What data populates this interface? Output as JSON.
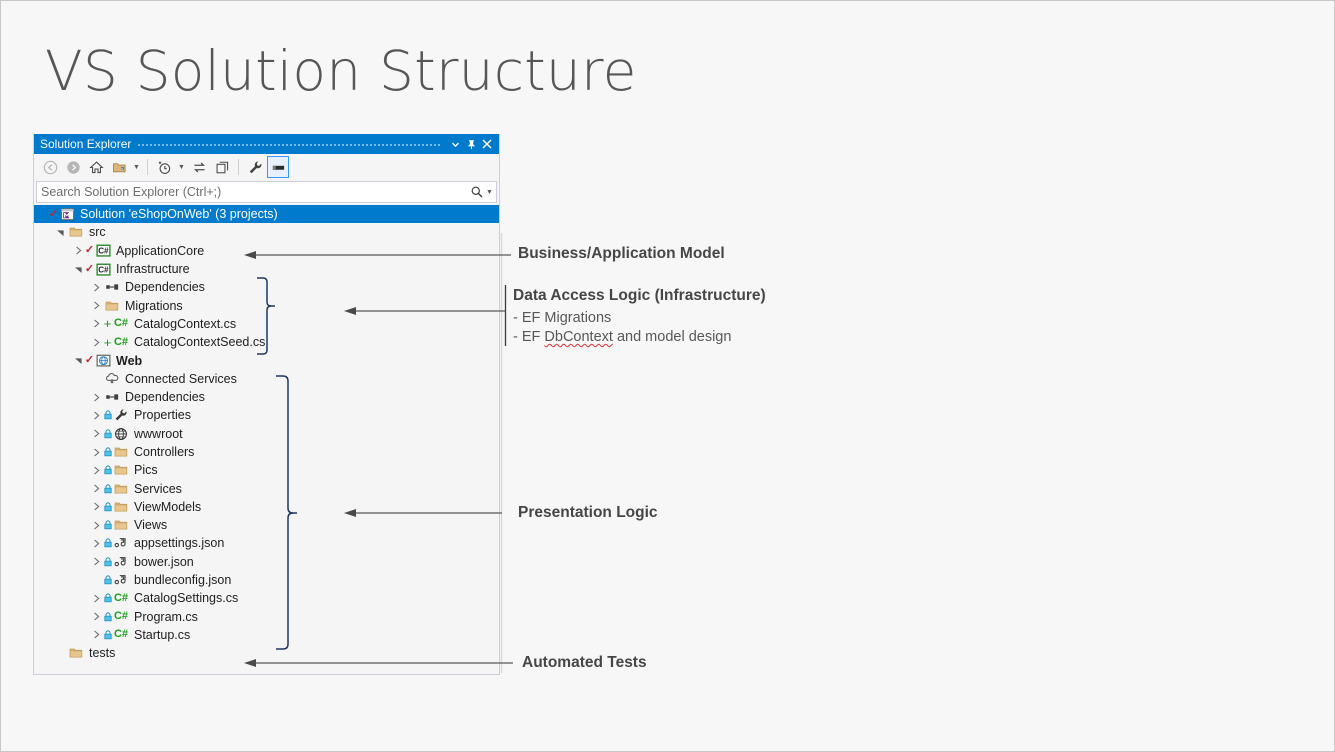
{
  "slide": {
    "title": "VS Solution Structure"
  },
  "panel": {
    "title": "Solution Explorer",
    "title_buttons": [
      {
        "name": "dropdown",
        "glyph": "▾"
      },
      {
        "name": "pin",
        "glyph": "📌"
      },
      {
        "name": "close",
        "glyph": "✕"
      }
    ],
    "toolbar": [
      {
        "name": "back-icon",
        "state": "disabled"
      },
      {
        "name": "forward-icon",
        "state": "disabled"
      },
      {
        "name": "home-icon",
        "state": "normal"
      },
      {
        "name": "sync-with-active-document-icon",
        "state": "normal"
      },
      {
        "name": "sync-dropdown-caret",
        "state": "normal"
      },
      {
        "name": "pending-changes-filter-icon",
        "state": "normal"
      },
      {
        "name": "filter-dropdown-caret",
        "state": "normal"
      },
      {
        "name": "refresh-icon",
        "state": "normal"
      },
      {
        "name": "collapse-all-icon",
        "state": "normal"
      },
      {
        "name": "properties-icon",
        "state": "normal"
      },
      {
        "name": "preview-selected-items-icon",
        "state": "selected"
      }
    ],
    "search": {
      "placeholder": "Search Solution Explorer (Ctrl+;)",
      "value": "Search Solution Explorer (Ctrl+;)"
    },
    "tree": [
      {
        "label": "Solution 'eShopOnWeb' (3 projects)",
        "indent": 0,
        "expander": "expanded-hidden",
        "icon": "solution-icon",
        "check": true,
        "selected": true,
        "bold": false
      },
      {
        "label": "src",
        "indent": 1,
        "expander": "expanded",
        "icon": "folder-icon",
        "bold": false
      },
      {
        "label": "ApplicationCore",
        "indent": 2,
        "expander": "collapsed",
        "icon": "csharp-project-icon",
        "check": true,
        "bold": false
      },
      {
        "label": "Infrastructure",
        "indent": 2,
        "expander": "expanded",
        "icon": "csharp-project-icon",
        "check": true,
        "bold": false
      },
      {
        "label": "Dependencies",
        "indent": 3,
        "expander": "collapsed",
        "icon": "dependencies-icon",
        "bold": false
      },
      {
        "label": "Migrations",
        "indent": 3,
        "expander": "collapsed",
        "icon": "folder-icon",
        "bold": false
      },
      {
        "label": "CatalogContext.cs",
        "indent": 3,
        "expander": "collapsed",
        "icon": "csharp-file-icon",
        "plus": true,
        "bold": false
      },
      {
        "label": "CatalogContextSeed.cs",
        "indent": 3,
        "expander": "collapsed",
        "icon": "csharp-file-icon",
        "plus": true,
        "bold": false
      },
      {
        "label": "Web",
        "indent": 2,
        "expander": "expanded",
        "icon": "web-project-icon",
        "check": true,
        "bold": true
      },
      {
        "label": "Connected Services",
        "indent": 3,
        "expander": "none",
        "icon": "connected-services-icon",
        "bold": false
      },
      {
        "label": "Dependencies",
        "indent": 3,
        "expander": "collapsed",
        "icon": "dependencies-icon",
        "bold": false
      },
      {
        "label": "Properties",
        "indent": 3,
        "expander": "collapsed",
        "icon": "properties-wrench-icon",
        "lock": true,
        "bold": false
      },
      {
        "label": "wwwroot",
        "indent": 3,
        "expander": "collapsed",
        "icon": "globe-icon",
        "lock": true,
        "bold": false
      },
      {
        "label": "Controllers",
        "indent": 3,
        "expander": "collapsed",
        "icon": "folder-icon",
        "lock": true,
        "bold": false
      },
      {
        "label": "Pics",
        "indent": 3,
        "expander": "collapsed",
        "icon": "folder-icon",
        "lock": true,
        "bold": false
      },
      {
        "label": "Services",
        "indent": 3,
        "expander": "collapsed",
        "icon": "folder-icon",
        "lock": true,
        "bold": false
      },
      {
        "label": "ViewModels",
        "indent": 3,
        "expander": "collapsed",
        "icon": "folder-icon",
        "lock": true,
        "bold": false
      },
      {
        "label": "Views",
        "indent": 3,
        "expander": "collapsed",
        "icon": "folder-icon",
        "lock": true,
        "bold": false
      },
      {
        "label": "appsettings.json",
        "indent": 3,
        "expander": "collapsed",
        "icon": "json-file-icon",
        "lock": true,
        "bold": false
      },
      {
        "label": "bower.json",
        "indent": 3,
        "expander": "collapsed",
        "icon": "json-file-icon",
        "lock": true,
        "bold": false
      },
      {
        "label": "bundleconfig.json",
        "indent": 3,
        "expander": "none",
        "icon": "json-file-icon",
        "lock": true,
        "bold": false
      },
      {
        "label": "CatalogSettings.cs",
        "indent": 3,
        "expander": "collapsed",
        "icon": "csharp-file-icon",
        "lock": true,
        "bold": false
      },
      {
        "label": "Program.cs",
        "indent": 3,
        "expander": "collapsed",
        "icon": "csharp-file-icon",
        "lock": true,
        "bold": false
      },
      {
        "label": "Startup.cs",
        "indent": 3,
        "expander": "collapsed",
        "icon": "csharp-file-icon",
        "lock": true,
        "bold": false
      },
      {
        "label": "tests",
        "indent": 1,
        "expander": "none",
        "icon": "folder-icon",
        "bold": false
      }
    ]
  },
  "annotations": [
    {
      "name": "business-application-model",
      "heading": "Business/Application Model",
      "details": []
    },
    {
      "name": "data-access-logic",
      "heading": "Data Access Logic (Infrastructure)",
      "details": [
        {
          "pre": "- EF Migrations",
          "squiggle": "",
          "post": ""
        },
        {
          "pre": "- EF ",
          "squiggle": "DbContext",
          "post": " and model design"
        }
      ]
    },
    {
      "name": "presentation-logic",
      "heading": "Presentation Logic",
      "details": []
    },
    {
      "name": "automated-tests",
      "heading": "Automated Tests",
      "details": []
    }
  ],
  "colors": {
    "accent": "#007acc",
    "brace": "#1f3864",
    "arrow": "#595959",
    "check": "#c1272d",
    "folder": "#dcb67a",
    "csharp": "#1a9e1a",
    "page_bg": "#f7f7f7"
  }
}
